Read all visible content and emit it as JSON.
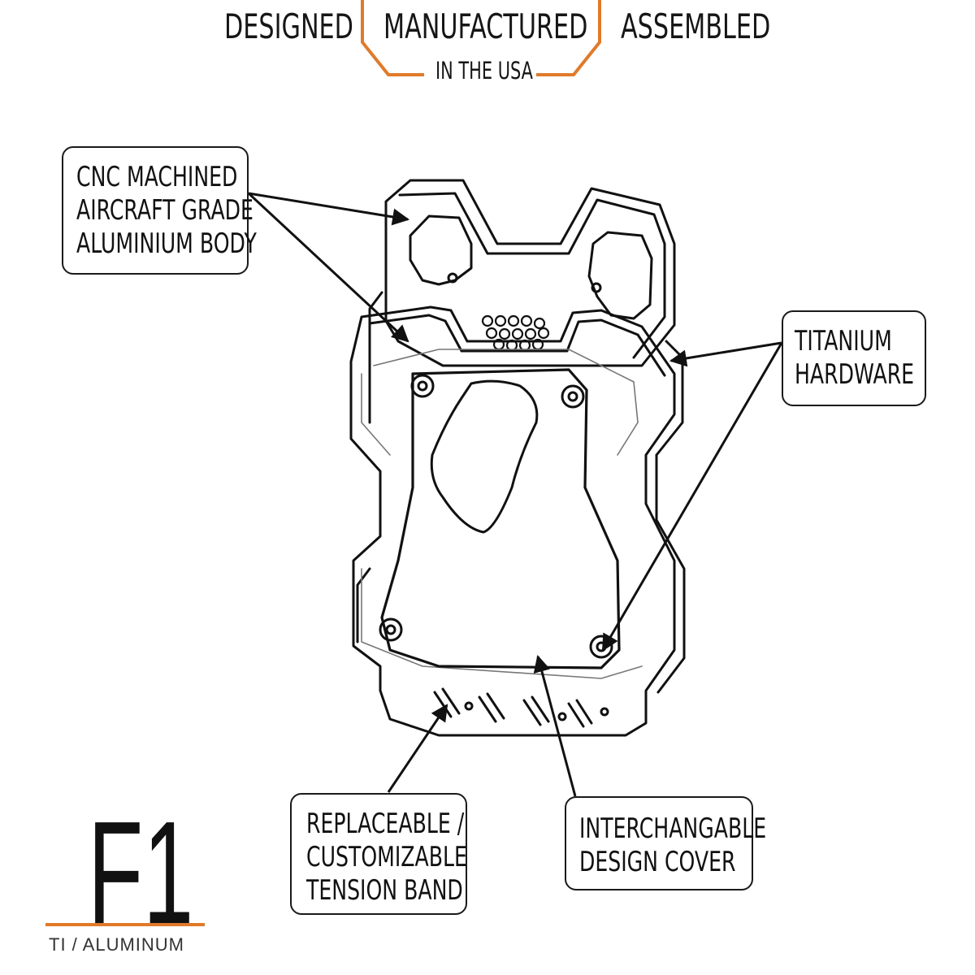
{
  "header": {
    "word_left": "DESIGNED",
    "word_center": "MANUFACTURED",
    "word_right": "ASSEMBLED",
    "subline": "IN THE USA",
    "accent_color": "#e07a2a"
  },
  "callouts": {
    "body": {
      "lines": [
        "CNC MACHINED",
        "AIRCRAFT GRADE",
        "ALUMINIUM BODY"
      ]
    },
    "hardware": {
      "lines": [
        "TITANIUM",
        "HARDWARE"
      ]
    },
    "band": {
      "lines": [
        "REPLACEABLE /",
        "CUSTOMIZABLE",
        "TENSION BAND"
      ]
    },
    "cover": {
      "lines": [
        "INTERCHANGABLE",
        "DESIGN COVER"
      ]
    }
  },
  "model": {
    "name": "F1",
    "material": "TI / ALUMINUM",
    "underline_color": "#e07a2a"
  }
}
